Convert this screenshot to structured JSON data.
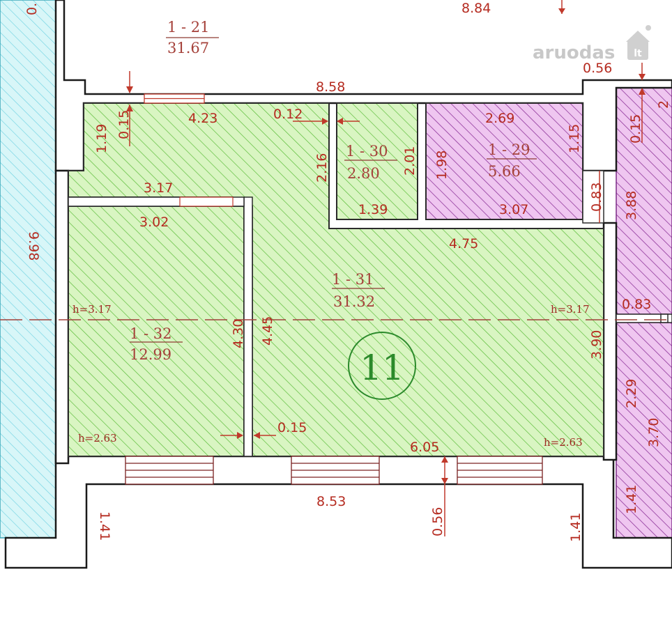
{
  "watermark": {
    "brand": "aruodas",
    "suffix": "lt"
  },
  "apartment_number": "11",
  "height_marks": {
    "h_top": "h=3.17",
    "h_bottom": "h=2.63"
  },
  "rooms": [
    {
      "code": "1 - 21",
      "area": "31.67"
    },
    {
      "code": "1 - 30",
      "area": "2.80"
    },
    {
      "code": "1 - 29",
      "area": "5.66"
    },
    {
      "code": "1 - 31",
      "area": "31.32"
    },
    {
      "code": "1 - 32",
      "area": "12.99"
    }
  ],
  "dimensions": {
    "d884": "8.84",
    "d858": "8.58",
    "d056a": "0.56",
    "d423": "4.23",
    "d012": "0.12",
    "d119": "1.19",
    "d015a": "0.15",
    "d216": "2.16",
    "d201": "2.01",
    "d139": "1.39",
    "d269": "2.69",
    "d198": "1.98",
    "d115": "1.15",
    "d015b": "0.15",
    "d307": "3.07",
    "d083a": "0.83",
    "d388": "3.88",
    "d317": "3.17",
    "d302": "3.02",
    "d475": "4.75",
    "d998": "9.98",
    "d430": "4.30",
    "d445": "4.45",
    "d083b": "0.83",
    "d390": "3.90",
    "d015c": "0.15",
    "d605": "6.05",
    "d229": "2.29",
    "d370": "3.70",
    "d853": "8.53",
    "d141a": "1.41",
    "d056b": "0.56",
    "d141b": "1.41",
    "d141c": "1.41",
    "d0top": "0.",
    "d2": "2"
  }
}
